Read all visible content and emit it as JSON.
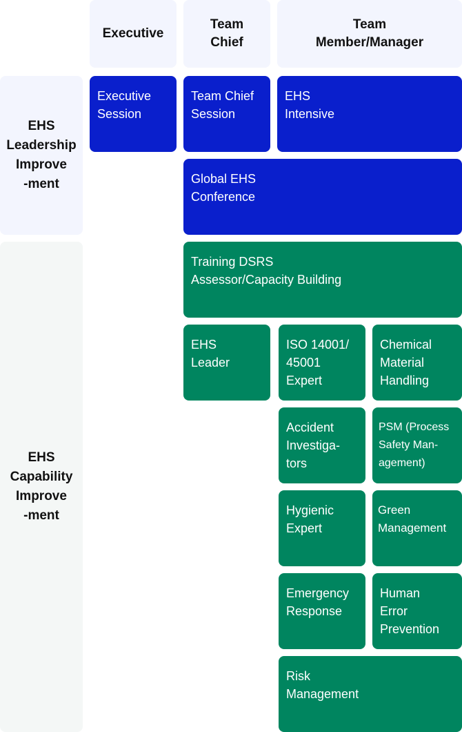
{
  "columns": [
    "Executive",
    "Team\nChief",
    "Team\nMember/Manager"
  ],
  "rows": [
    "EHS\nLeadership\nImprove\n-ment",
    "EHS\nCapability\nImprove\n-ment"
  ],
  "colors": {
    "blue": "#0a1fcc",
    "green": "#00855f",
    "header_bg": "#f3f5fe",
    "capability_bg": "#f4f7f6"
  },
  "leadership": [
    "Executive\nSession",
    "Team Chief\nSession",
    "EHS\nIntensive",
    "Global EHS\nConference"
  ],
  "capability": [
    "Training DSRS\nAssessor/Capacity Building",
    "EHS\nLeader",
    "ISO 14001/\n45001\nExpert",
    "Chemical\nMaterial\nHandling",
    "Accident\nInvestiga-\ntors",
    "PSM (Process\nSafety Man-\nagement)",
    "Hygienic\nExpert",
    "Green\nManagement",
    "Emergency\nResponse",
    "Human\nError\nPrevention",
    "Risk\nManagement"
  ]
}
